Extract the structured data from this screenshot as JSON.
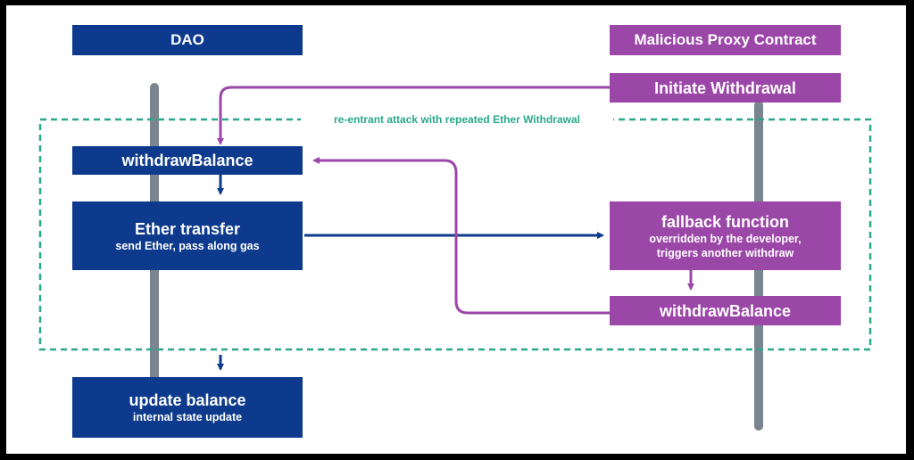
{
  "dao": {
    "header": "DAO",
    "withdraw": "withdrawBalance",
    "ether_transfer": {
      "title": "Ether transfer",
      "subtitle": "send Ether, pass along gas"
    },
    "update_balance": {
      "title": "update balance",
      "subtitle": "internal state update"
    }
  },
  "attacker": {
    "header": "Malicious Proxy Contract",
    "initiate": "Initiate Withdrawal",
    "fallback": {
      "title": "fallback function",
      "subtitle_line1": "overridden by the developer,",
      "subtitle_line2": "triggers another withdraw"
    },
    "withdraw": "withdrawBalance"
  },
  "loop_label": "re-entrant attack with repeated Ether Withdrawal",
  "colors": {
    "dao": "#0d3a8c",
    "attacker": "#9b47a8",
    "loop": "#2aa88a",
    "lifeline": "#7a8590"
  }
}
